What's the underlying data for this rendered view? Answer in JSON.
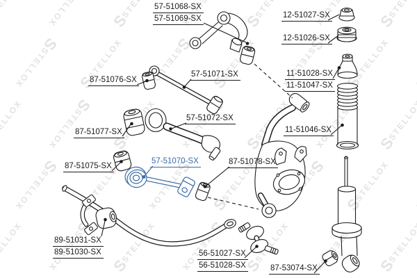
{
  "brand": {
    "watermark_text": "STELLOX"
  },
  "colors": {
    "highlight": "#3a6ba6",
    "line": "#1a1a1a",
    "watermark": "#e3e3e3"
  },
  "diagram": {
    "type": "suspension-parts-exploded-diagram",
    "highlighted_part": "57-51070-SX",
    "labels": {
      "upper_arm_a": "57-51068-SX",
      "upper_arm_b": "57-51069-SX",
      "mount_nut": "12-51027-SX",
      "mount_bushing": "12-51026-SX",
      "bump_stop_a": "11-51028-SX",
      "bump_stop_b": "11-51047-SX",
      "dust_boot": "11-51046-SX",
      "bushing_76": "87-51076-SX",
      "rod_71": "57-51071-SX",
      "arm_72": "57-51072-SX",
      "bushing_77": "87-51077-SX",
      "bushing_75": "87-51075-SX",
      "lateral_rod_70": "57-51070-SX",
      "bushing_78": "87-51078-SX",
      "stab_bushing_a": "89-51031-SX",
      "stab_bushing_b": "89-51030-SX",
      "link_a": "56-51027-SX",
      "link_b": "56-51028-SX",
      "shock_bushing_74": "87-53074-SX"
    }
  }
}
